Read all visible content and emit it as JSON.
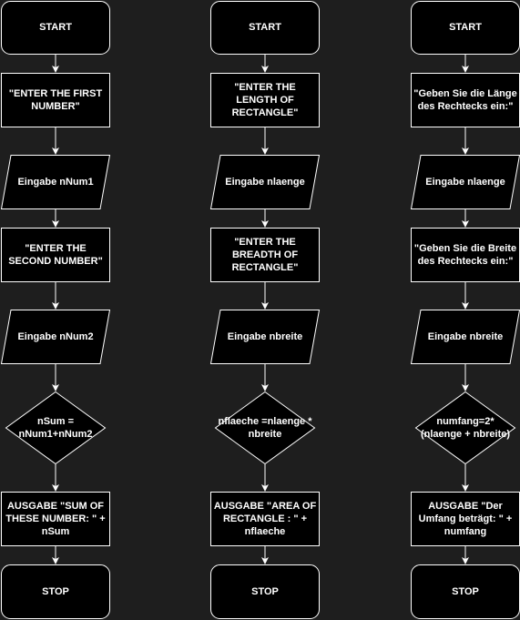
{
  "colors": {
    "background": "#1e1e1e",
    "fill": "#000000",
    "stroke": "#ffffff",
    "text": "#ffffff"
  },
  "flowcharts": [
    {
      "nodes": [
        {
          "shape": "terminator",
          "text": "START"
        },
        {
          "shape": "process",
          "text": "\"ENTER THE FIRST NUMBER\""
        },
        {
          "shape": "io",
          "text": "Eingabe nNum1"
        },
        {
          "shape": "process",
          "text": "\"ENTER THE SECOND NUMBER\""
        },
        {
          "shape": "io",
          "text": "Eingabe nNum2"
        },
        {
          "shape": "decision",
          "text": "nSum =\nnNum1+nNum2"
        },
        {
          "shape": "process",
          "text": "AUSGABE \"SUM OF THESE NUMBER: \" + nSum"
        },
        {
          "shape": "terminator",
          "text": "STOP"
        }
      ]
    },
    {
      "nodes": [
        {
          "shape": "terminator",
          "text": "START"
        },
        {
          "shape": "process",
          "text": "\"ENTER THE LENGTH OF RECTANGLE\""
        },
        {
          "shape": "io",
          "text": "Eingabe nlaenge"
        },
        {
          "shape": "process",
          "text": "\"ENTER THE BREADTH OF RECTANGLE\""
        },
        {
          "shape": "io",
          "text": "Eingabe nbreite"
        },
        {
          "shape": "decision",
          "text": "nflaeche =nlaenge *\nnbreite"
        },
        {
          "shape": "process",
          "text": "AUSGABE \"AREA OF RECTANGLE : \" + nflaeche"
        },
        {
          "shape": "terminator",
          "text": "STOP"
        }
      ]
    },
    {
      "nodes": [
        {
          "shape": "terminator",
          "text": "START"
        },
        {
          "shape": "process",
          "text": "\"Geben Sie die Länge des Rechtecks ein:\""
        },
        {
          "shape": "io",
          "text": "Eingabe nlaenge"
        },
        {
          "shape": "process",
          "text": "\"Geben Sie die Breite des Rechtecks ein:\""
        },
        {
          "shape": "io",
          "text": "Eingabe nbreite"
        },
        {
          "shape": "decision",
          "text": "numfang=2*\n(nlaenge + nbreite)"
        },
        {
          "shape": "process",
          "text": "AUSGABE \"Der Umfang beträgt: \" + numfang"
        },
        {
          "shape": "terminator",
          "text": "STOP"
        }
      ]
    }
  ]
}
